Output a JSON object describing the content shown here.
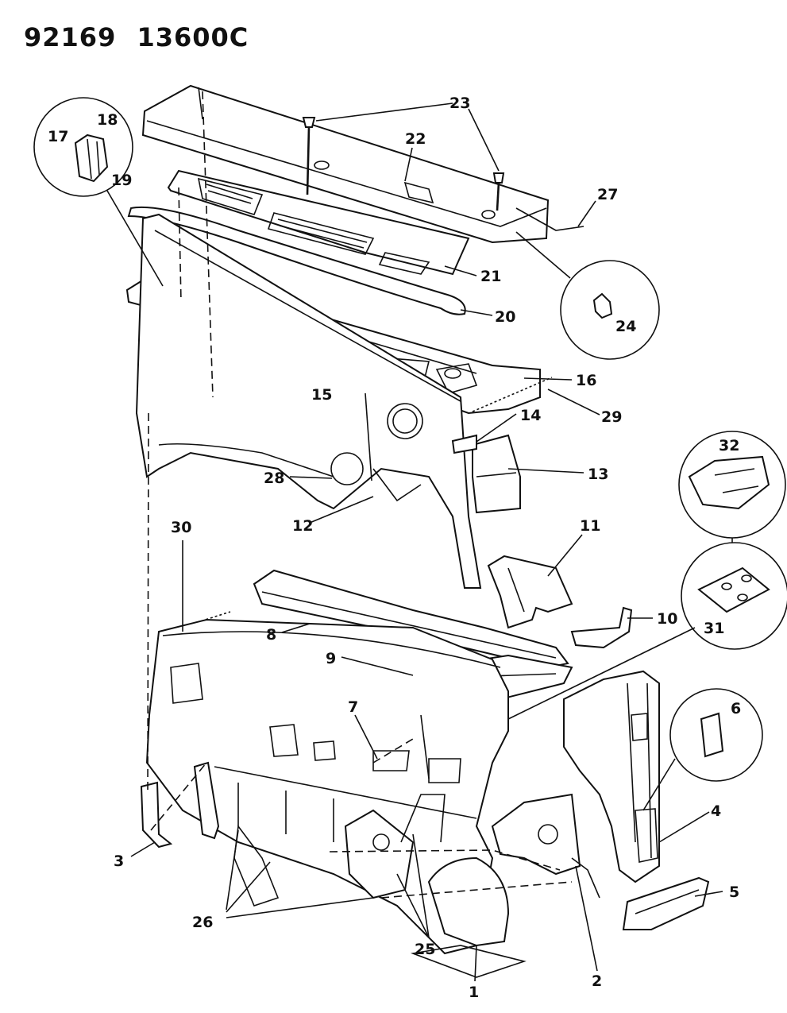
{
  "header": {
    "code1": "92169",
    "code2": "13600C"
  },
  "callouts": {
    "c1": "1",
    "c2": "2",
    "c3": "3",
    "c4": "4",
    "c5": "5",
    "c6": "6",
    "c7": "7",
    "c8": "8",
    "c9": "9",
    "c10": "10",
    "c11": "11",
    "c12": "12",
    "c13": "13",
    "c14": "14",
    "c15": "15",
    "c16": "16",
    "c17": "17",
    "c18": "18",
    "c19": "19",
    "c20": "20",
    "c21": "21",
    "c22": "22",
    "c23": "23",
    "c24": "24",
    "c25": "25",
    "c26": "26",
    "c27": "27",
    "c28": "28",
    "c29": "29",
    "c30": "30",
    "c31": "31",
    "c32": "32"
  }
}
